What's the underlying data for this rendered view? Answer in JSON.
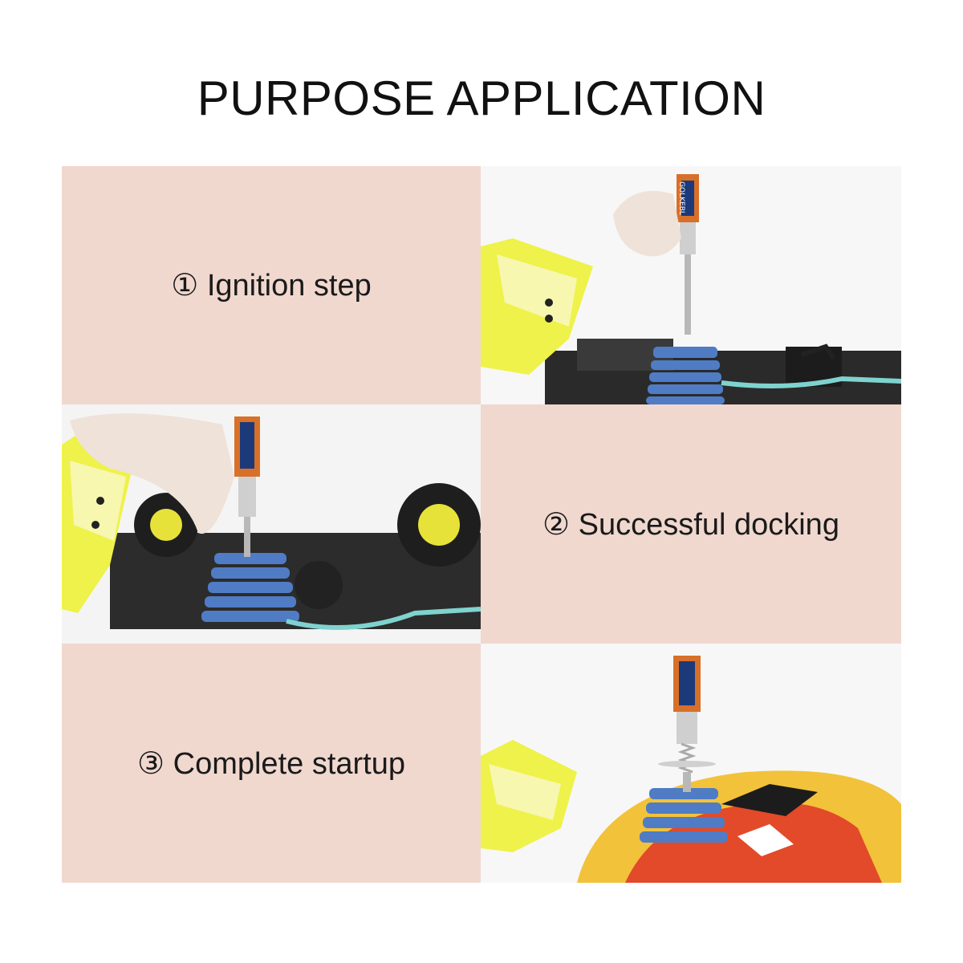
{
  "title": "PURPOSE APPLICATION",
  "steps": [
    {
      "label": "① Ignition step"
    },
    {
      "label": "② Successful docking"
    },
    {
      "label": "③ Complete startup"
    }
  ],
  "igniter_brand": "GOLKEBL",
  "colors": {
    "panel": "#f0d8cf",
    "wing": "#eef24a",
    "engine": "#4f7cc4",
    "igniter": "#d8702a",
    "text": "#1a1a1a"
  }
}
